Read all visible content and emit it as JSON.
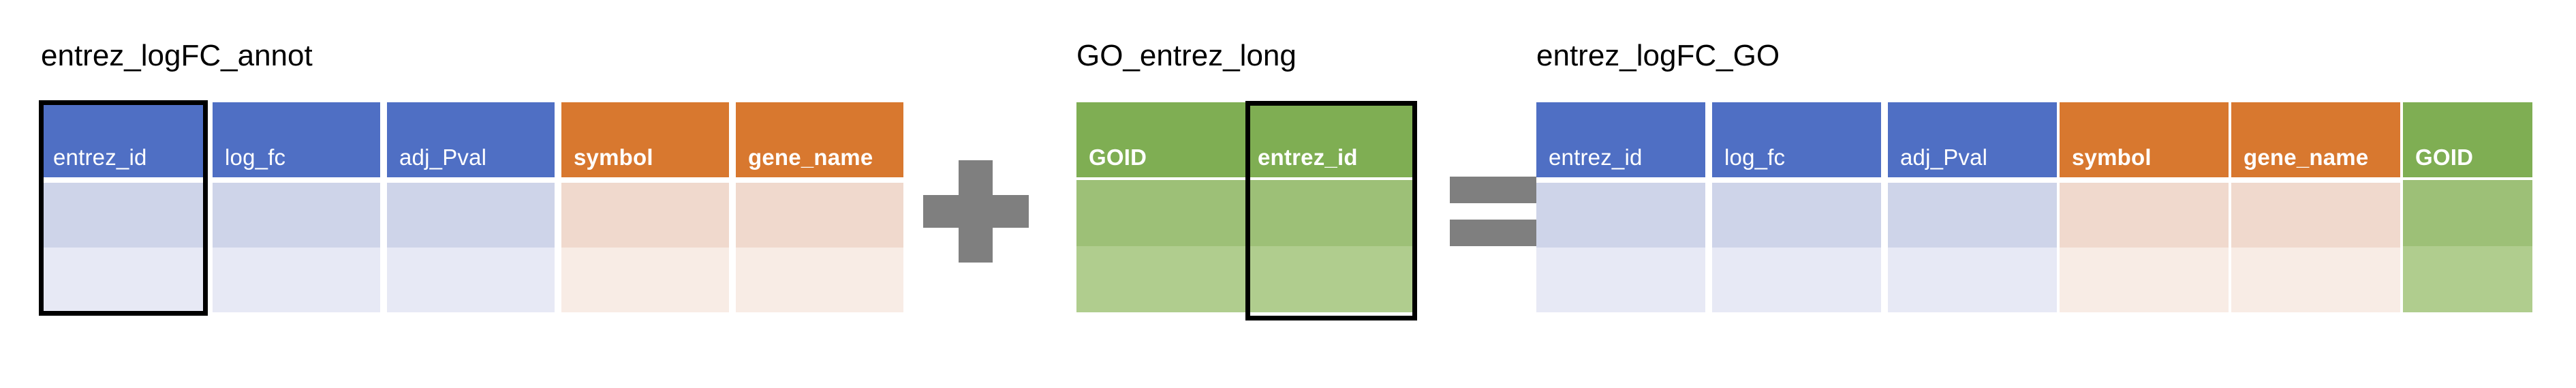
{
  "diagram": {
    "type": "table-join-illustration",
    "operators": [
      {
        "name": "plus",
        "glyph": "+",
        "color": "#7f7f7f"
      },
      {
        "name": "equals",
        "glyph": "=",
        "color": "#7f7f7f"
      }
    ],
    "palette": {
      "blue_header": "#4f6fc4",
      "blue_row_1": "#ced4e9",
      "blue_row_2": "#e7e9f5",
      "orange_header": "#d8782f",
      "orange_row_1": "#f0d9cd",
      "orange_row_2": "#f8ece5",
      "green_header": "#7fae53",
      "green_row_1": "#9dc077",
      "green_row_2": "#b0cd8e",
      "outline": "#000000",
      "operator_gray": "#7f7f7f",
      "background": "#ffffff"
    }
  },
  "tables": {
    "left": {
      "title": "entrez_logFC_annot",
      "columns": [
        {
          "header": "entrez_id",
          "theme": "blue",
          "bold": false,
          "highlighted": true
        },
        {
          "header": "log_fc",
          "theme": "blue",
          "bold": false,
          "highlighted": false
        },
        {
          "header": "adj_Pval",
          "theme": "blue",
          "bold": false,
          "highlighted": false
        },
        {
          "header": "symbol",
          "theme": "orange",
          "bold": true,
          "highlighted": false
        },
        {
          "header": "gene_name",
          "theme": "orange",
          "bold": true,
          "highlighted": false
        }
      ],
      "row_count": 2,
      "rows": [
        [
          "",
          "",
          "",
          "",
          ""
        ],
        [
          "",
          "",
          "",
          "",
          ""
        ]
      ]
    },
    "middle": {
      "title": "GO_entrez_long",
      "columns": [
        {
          "header": "GOID",
          "theme": "green",
          "bold": true,
          "highlighted": false
        },
        {
          "header": "entrez_id",
          "theme": "green",
          "bold": true,
          "highlighted": true
        }
      ],
      "row_count": 2,
      "rows": [
        [
          "",
          ""
        ],
        [
          "",
          ""
        ]
      ]
    },
    "right": {
      "title": "entrez_logFC_GO",
      "columns": [
        {
          "header": "entrez_id",
          "theme": "blue",
          "bold": false,
          "highlighted": false
        },
        {
          "header": "log_fc",
          "theme": "blue",
          "bold": false,
          "highlighted": false
        },
        {
          "header": "adj_Pval",
          "theme": "blue",
          "bold": false,
          "highlighted": false
        },
        {
          "header": "symbol",
          "theme": "orange",
          "bold": true,
          "highlighted": false
        },
        {
          "header": "gene_name",
          "theme": "orange",
          "bold": true,
          "highlighted": false
        },
        {
          "header": "GOID",
          "theme": "green",
          "bold": true,
          "highlighted": false
        }
      ],
      "row_count": 2,
      "rows": [
        [
          "",
          "",
          "",
          "",
          "",
          ""
        ],
        [
          "",
          "",
          "",
          "",
          "",
          ""
        ]
      ]
    }
  }
}
